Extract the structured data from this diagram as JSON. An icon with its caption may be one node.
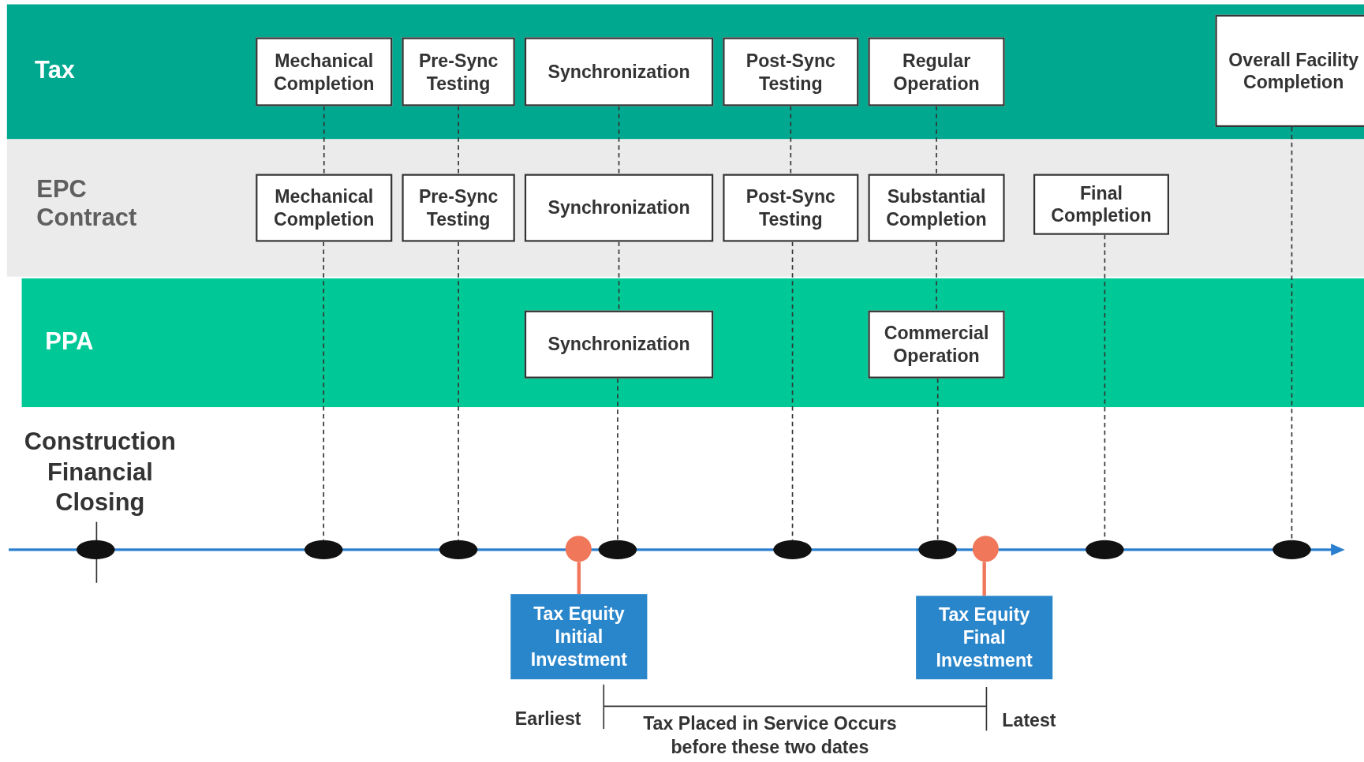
{
  "diagram": {
    "nodes": [
      {
        "text": [
          "Tax"
        ]
      },
      {
        "text": [
          "Mechanical Completion"
        ],
        "in": 0
      },
      {
        "text": [
          "Pre-Sync Testing"
        ],
        "in": 0
      },
      {
        "text": [
          "Synchronization"
        ],
        "in": 0
      },
      {
        "text": [
          "Post-Sync Testing"
        ],
        "in": 0
      },
      {
        "text": [
          "Regular Operation"
        ],
        "in": 0
      },
      {
        "text": [
          "Overall Facility Completion"
        ],
        "in": 0
      },
      {
        "text": [
          "EPC Contract"
        ]
      },
      {
        "text": [
          "Mechanical Completion"
        ],
        "in": 7
      },
      {
        "text": [
          "Pre-Sync Testing"
        ],
        "in": 7
      },
      {
        "text": [
          "Synchronization"
        ],
        "in": 7
      },
      {
        "text": [
          "Post-Sync Testing"
        ],
        "in": 7
      },
      {
        "text": [
          "Substantial Completion"
        ],
        "in": 7
      },
      {
        "text": [
          "Final Completion"
        ],
        "in": 7
      },
      {
        "text": [
          "PPA"
        ]
      },
      {
        "text": [
          "Synchronization"
        ],
        "in": 14
      },
      {
        "text": [
          "Commercial Operation"
        ],
        "in": 14
      },
      {
        "text": [],
        "shape": "ellipse",
        "beside": [
          "Construction Financial Closing"
        ]
      },
      {
        "text": [],
        "shape": "ellipse"
      },
      {
        "text": [],
        "shape": "ellipse"
      },
      {
        "text": [],
        "shape": "circle"
      },
      {
        "text": [],
        "shape": "ellipse"
      },
      {
        "text": [],
        "shape": "ellipse"
      },
      {
        "text": [],
        "shape": "ellipse"
      },
      {
        "text": [],
        "shape": "circle"
      },
      {
        "text": [],
        "shape": "ellipse"
      },
      {
        "text": [],
        "shape": "ellipse"
      },
      {
        "text": [
          "Tax Equity Initial Investment"
        ]
      },
      {
        "text": [
          "Tax Equity Final Investment"
        ]
      }
    ],
    "edges": [
      {
        "from": 1,
        "to": 8,
        "arrow": "none",
        "style": "dashed"
      },
      {
        "from": 8,
        "to": 18,
        "arrow": "none",
        "style": "dashed"
      },
      {
        "from": 2,
        "to": 9,
        "arrow": "none",
        "style": "dashed"
      },
      {
        "from": 9,
        "to": 19,
        "arrow": "none",
        "style": "dashed"
      },
      {
        "from": 3,
        "to": 10,
        "arrow": "none",
        "style": "dashed"
      },
      {
        "from": 10,
        "to": 15,
        "arrow": "none",
        "style": "dashed"
      },
      {
        "from": 15,
        "to": 21,
        "arrow": "none",
        "style": "dashed"
      },
      {
        "from": 4,
        "to": 11,
        "arrow": "none",
        "style": "dashed"
      },
      {
        "from": 11,
        "to": 22,
        "arrow": "none",
        "style": "dashed"
      },
      {
        "from": 5,
        "to": 12,
        "arrow": "none",
        "style": "dashed"
      },
      {
        "from": 12,
        "to": 16,
        "arrow": "none",
        "style": "dashed"
      },
      {
        "from": 16,
        "to": 23,
        "arrow": "none",
        "style": "dashed"
      },
      {
        "from": 13,
        "to": 25,
        "arrow": "none",
        "style": "dashed"
      },
      {
        "from": 6,
        "to": 26,
        "arrow": "none",
        "style": "dashed"
      },
      {
        "from": 20,
        "to": 27,
        "arrow": "none",
        "style": "thick",
        "color": "#f0775a"
      },
      {
        "from": 24,
        "to": 28,
        "arrow": "none",
        "style": "thick",
        "color": "#f0775a"
      }
    ],
    "labels": [
      "Earliest",
      "Tax Placed in Service Occurs before these two dates",
      "Latest"
    ]
  }
}
